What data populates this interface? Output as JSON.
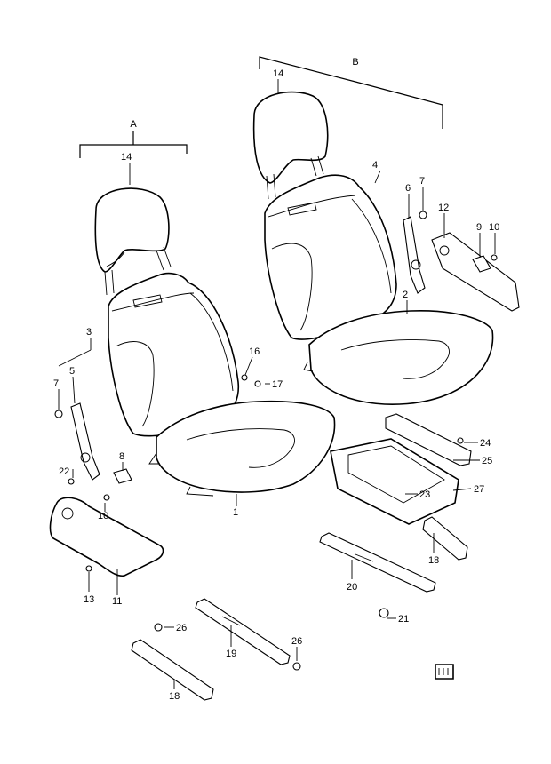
{
  "diagram": {
    "group_labels": {
      "a": "A",
      "b": "B"
    },
    "callouts": {
      "c14a": "14",
      "c14b": "14",
      "c4": "4",
      "c6": "6",
      "c7b": "7",
      "c12": "12",
      "c9": "9",
      "c10b": "10",
      "c2": "2",
      "c3": "3",
      "c5": "5",
      "c7a": "7",
      "c16": "16",
      "c17": "17",
      "c8": "8",
      "c22": "22",
      "c10a": "10",
      "c1": "1",
      "c24": "24",
      "c25": "25",
      "c23": "23",
      "c27": "27",
      "c18a": "18",
      "c20": "20",
      "c21": "21",
      "c13": "13",
      "c11": "11",
      "c26a": "26",
      "c19": "19",
      "c26b": "26",
      "c18b": "18"
    }
  }
}
